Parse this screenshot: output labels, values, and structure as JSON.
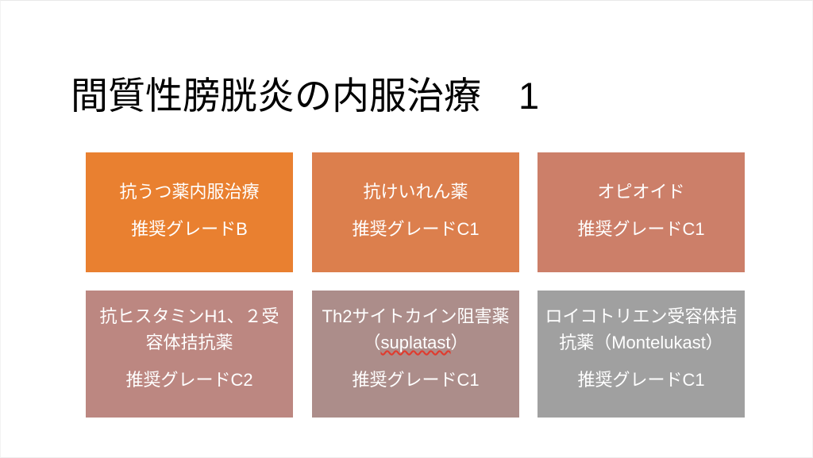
{
  "slide": {
    "title": "間質性膀胱炎の内服治療　1",
    "background_color": "#FFFFFF",
    "title_color": "#000000"
  },
  "cards": [
    {
      "name": "抗うつ薬内服治療",
      "grade": "推奨グレードB",
      "color": "#E98030",
      "text_color": "#FFFFFF"
    },
    {
      "name": "抗けいれん薬",
      "grade": "推奨グレードC1",
      "color": "#DC7F4D",
      "text_color": "#FFFFFF"
    },
    {
      "name": "オピオイド",
      "grade": "推奨グレードC1",
      "color": "#CC7F69",
      "text_color": "#FFFFFF"
    },
    {
      "name": "抗ヒスタミンH1、２受容体拮抗薬",
      "grade": "推奨グレードC2",
      "color": "#BC8781",
      "text_color": "#FFFFFF"
    },
    {
      "name_prefix": "Th2サイトカイン阻害薬（",
      "name_misspelled": "suplatast",
      "name_suffix": "）",
      "name": "Th2サイトカイン阻害薬（suplatast）",
      "grade": "推奨グレードC1",
      "color": "#AC8D8A",
      "text_color": "#FFFFFF",
      "spellcheck_underline_color": "#E03B2E"
    },
    {
      "name": "ロイコトリエン受容体拮抗薬（Montelukast）",
      "grade": "推奨グレードC1",
      "color": "#A0A0A0",
      "text_color": "#FFFFFF"
    }
  ]
}
